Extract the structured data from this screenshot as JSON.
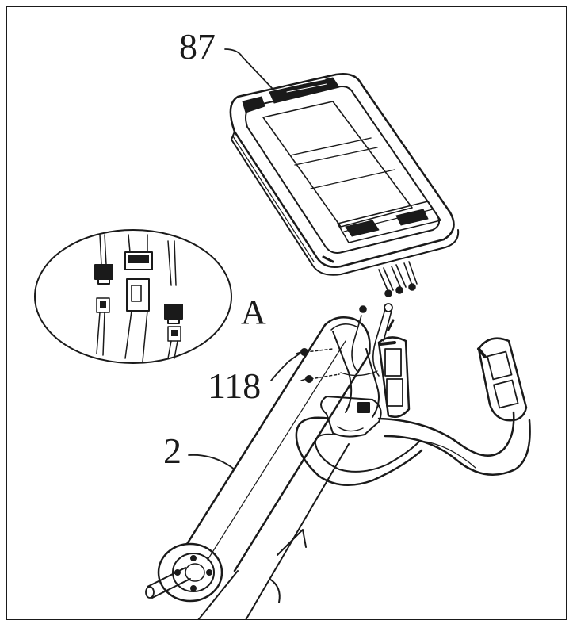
{
  "callouts": {
    "console": "87",
    "detail": "A",
    "screws": "118",
    "upright_tube": "2"
  },
  "colors": {
    "line": "#1a1a1a",
    "paper": "#ffffff"
  }
}
